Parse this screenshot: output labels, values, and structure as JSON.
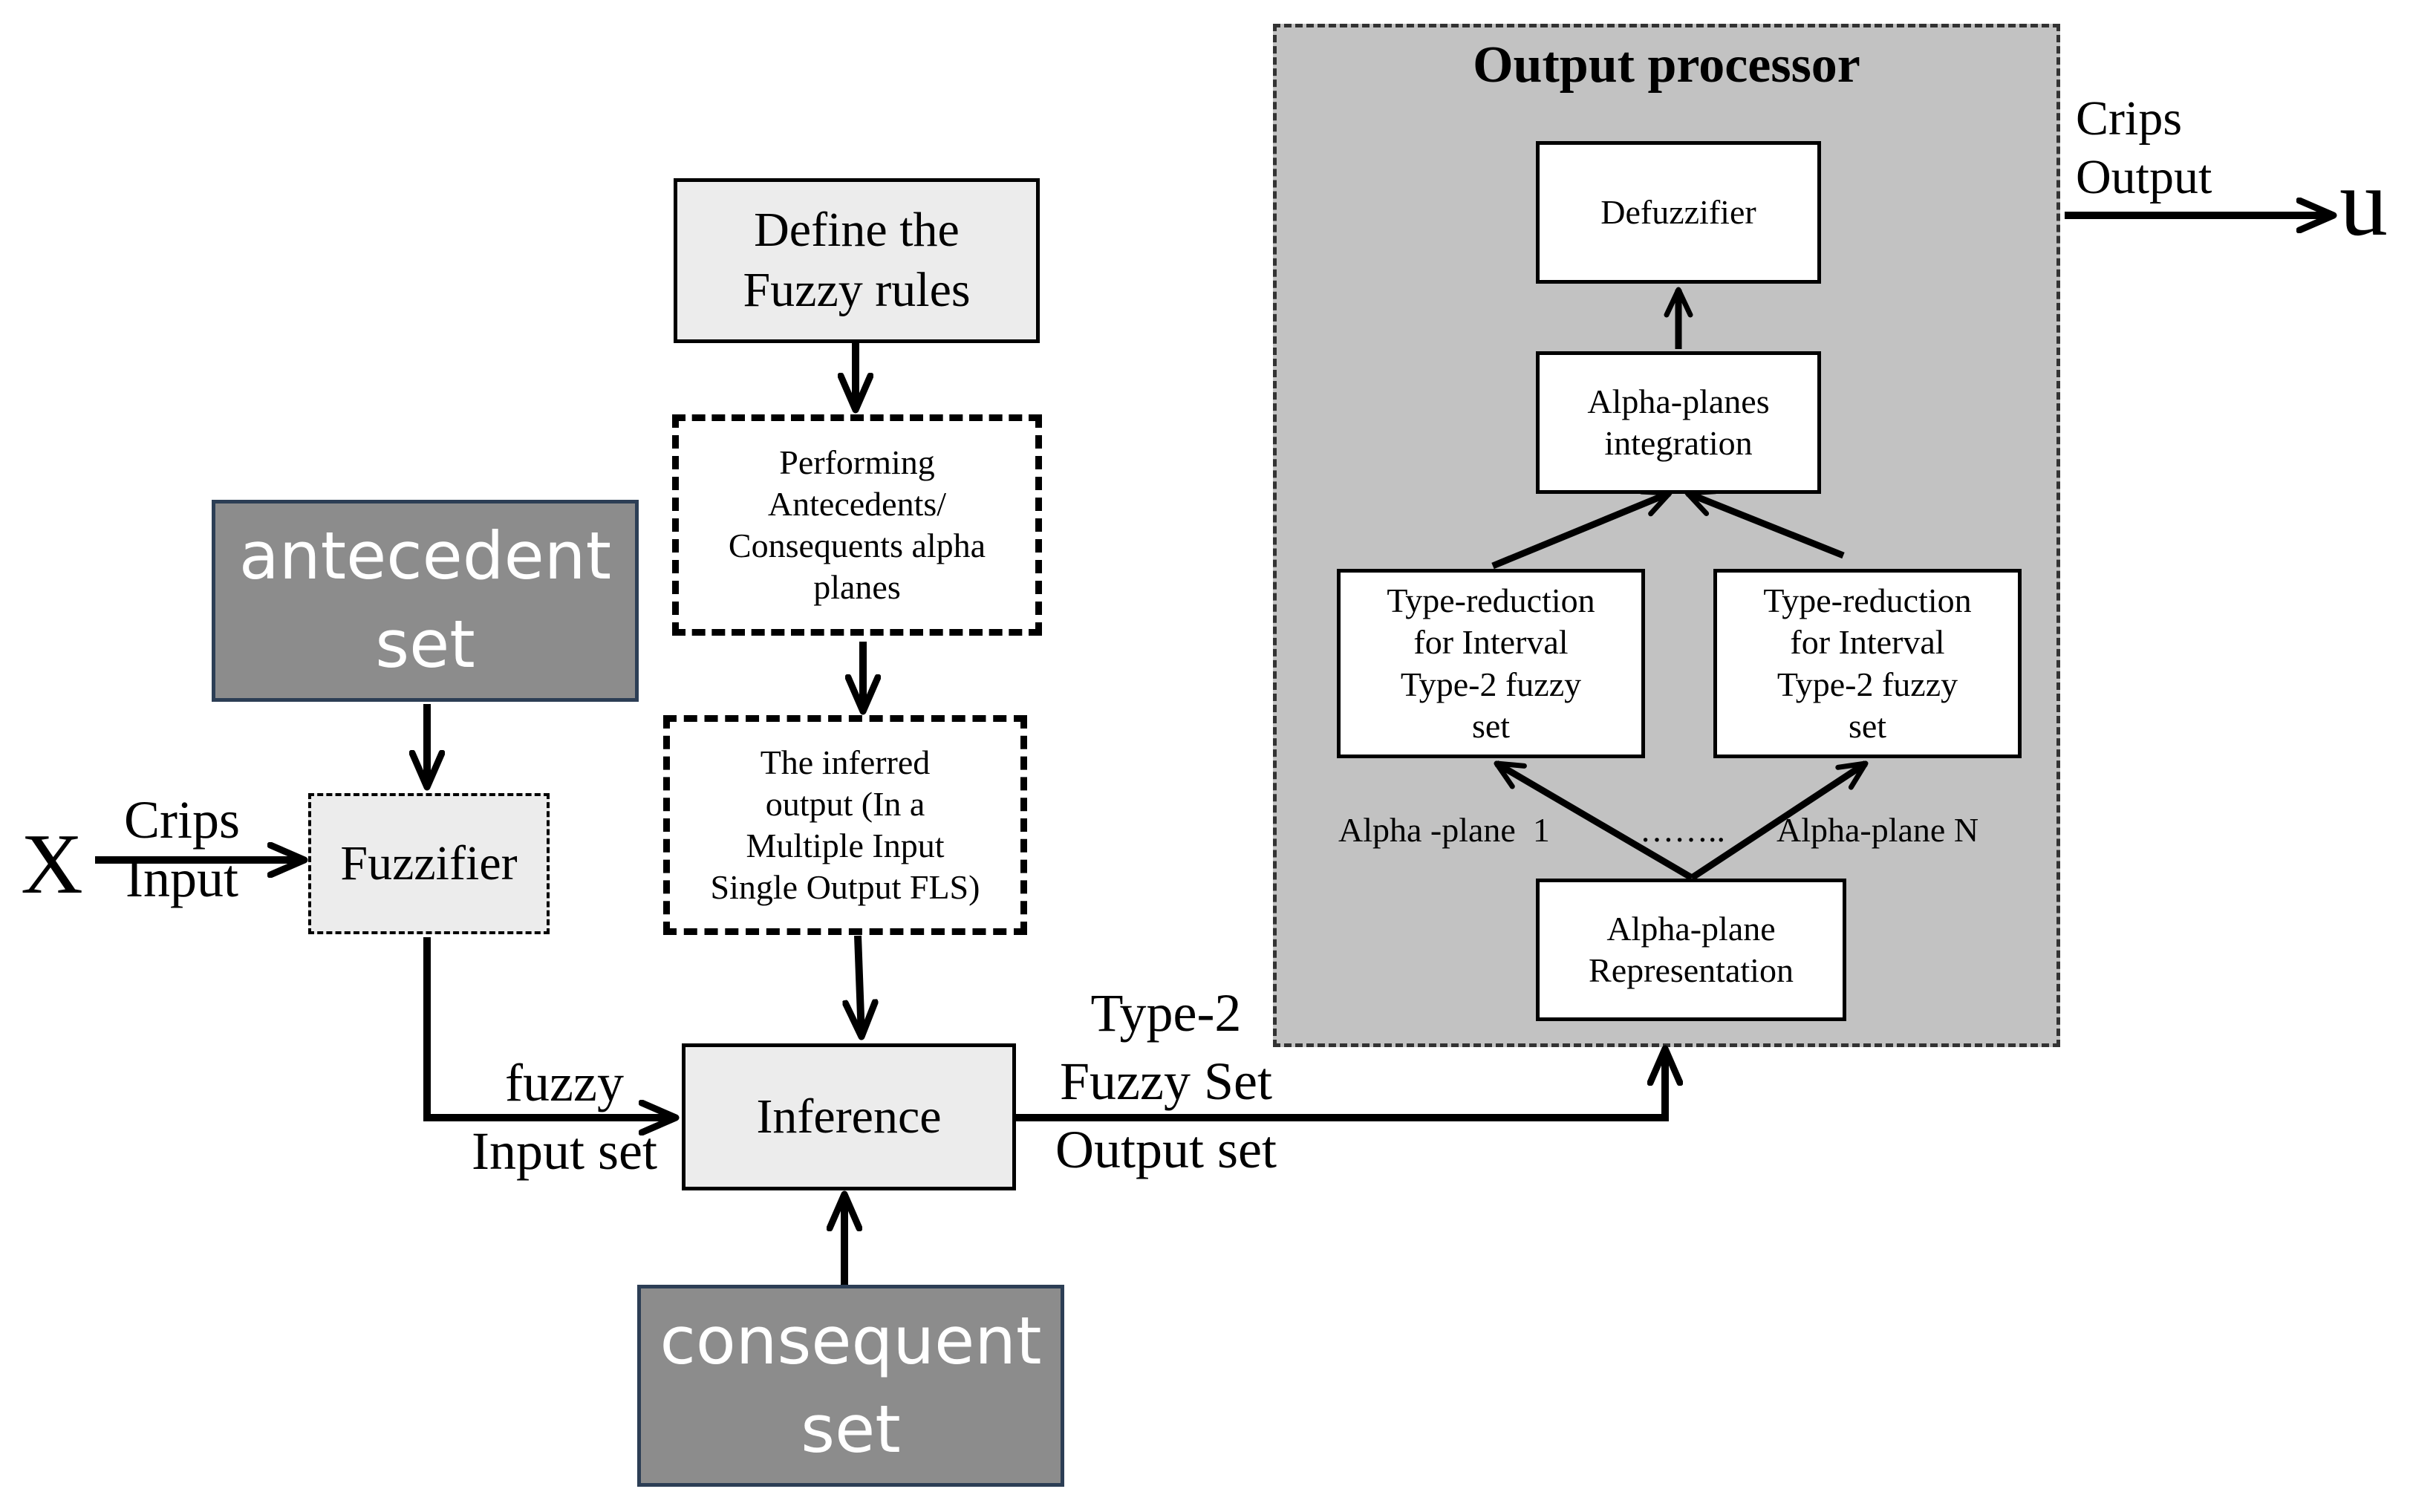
{
  "diagram": {
    "input_symbol": "X",
    "crips_input": "Crips\nInput",
    "fuzzifier": "Fuzzifier",
    "antecedent_set": "antecedent\nset",
    "define_rules": "Define the\nFuzzy rules",
    "performing_alpha_planes": "Performing\nAntecedents/\nConsequents alpha\nplanes",
    "inferred_output": "The inferred\noutput (In a\nMultiple Input\nSingle Output FLS)",
    "inference": "Inference",
    "consequent_set": "consequent\nset",
    "fuzzy_input_set": "fuzzy\nInput set",
    "type2_output_set": "Type-2\nFuzzy Set\nOutput set",
    "output_processor": {
      "title": "Output processor",
      "defuzzifier": "Defuzzifier",
      "alpha_integration": "Alpha-planes\nintegration",
      "type_reduction_left": "Type-reduction\nfor Interval\nType-2 fuzzy\nset",
      "type_reduction_right": "Type-reduction\nfor Interval\nType-2 fuzzy\nset",
      "alpha_plane_1": "Alpha -plane  1",
      "ellipsis": "……..",
      "alpha_plane_n": "Alpha-plane N",
      "alpha_representation": "Alpha-plane\nRepresentation"
    },
    "crips_output": "Crips\nOutput",
    "output_symbol": "u"
  },
  "colors": {
    "panel": "#c2c2c2",
    "light_box": "#ececec",
    "dark_box": "#8c8c8c",
    "dark_box_border": "#2c3e55"
  }
}
